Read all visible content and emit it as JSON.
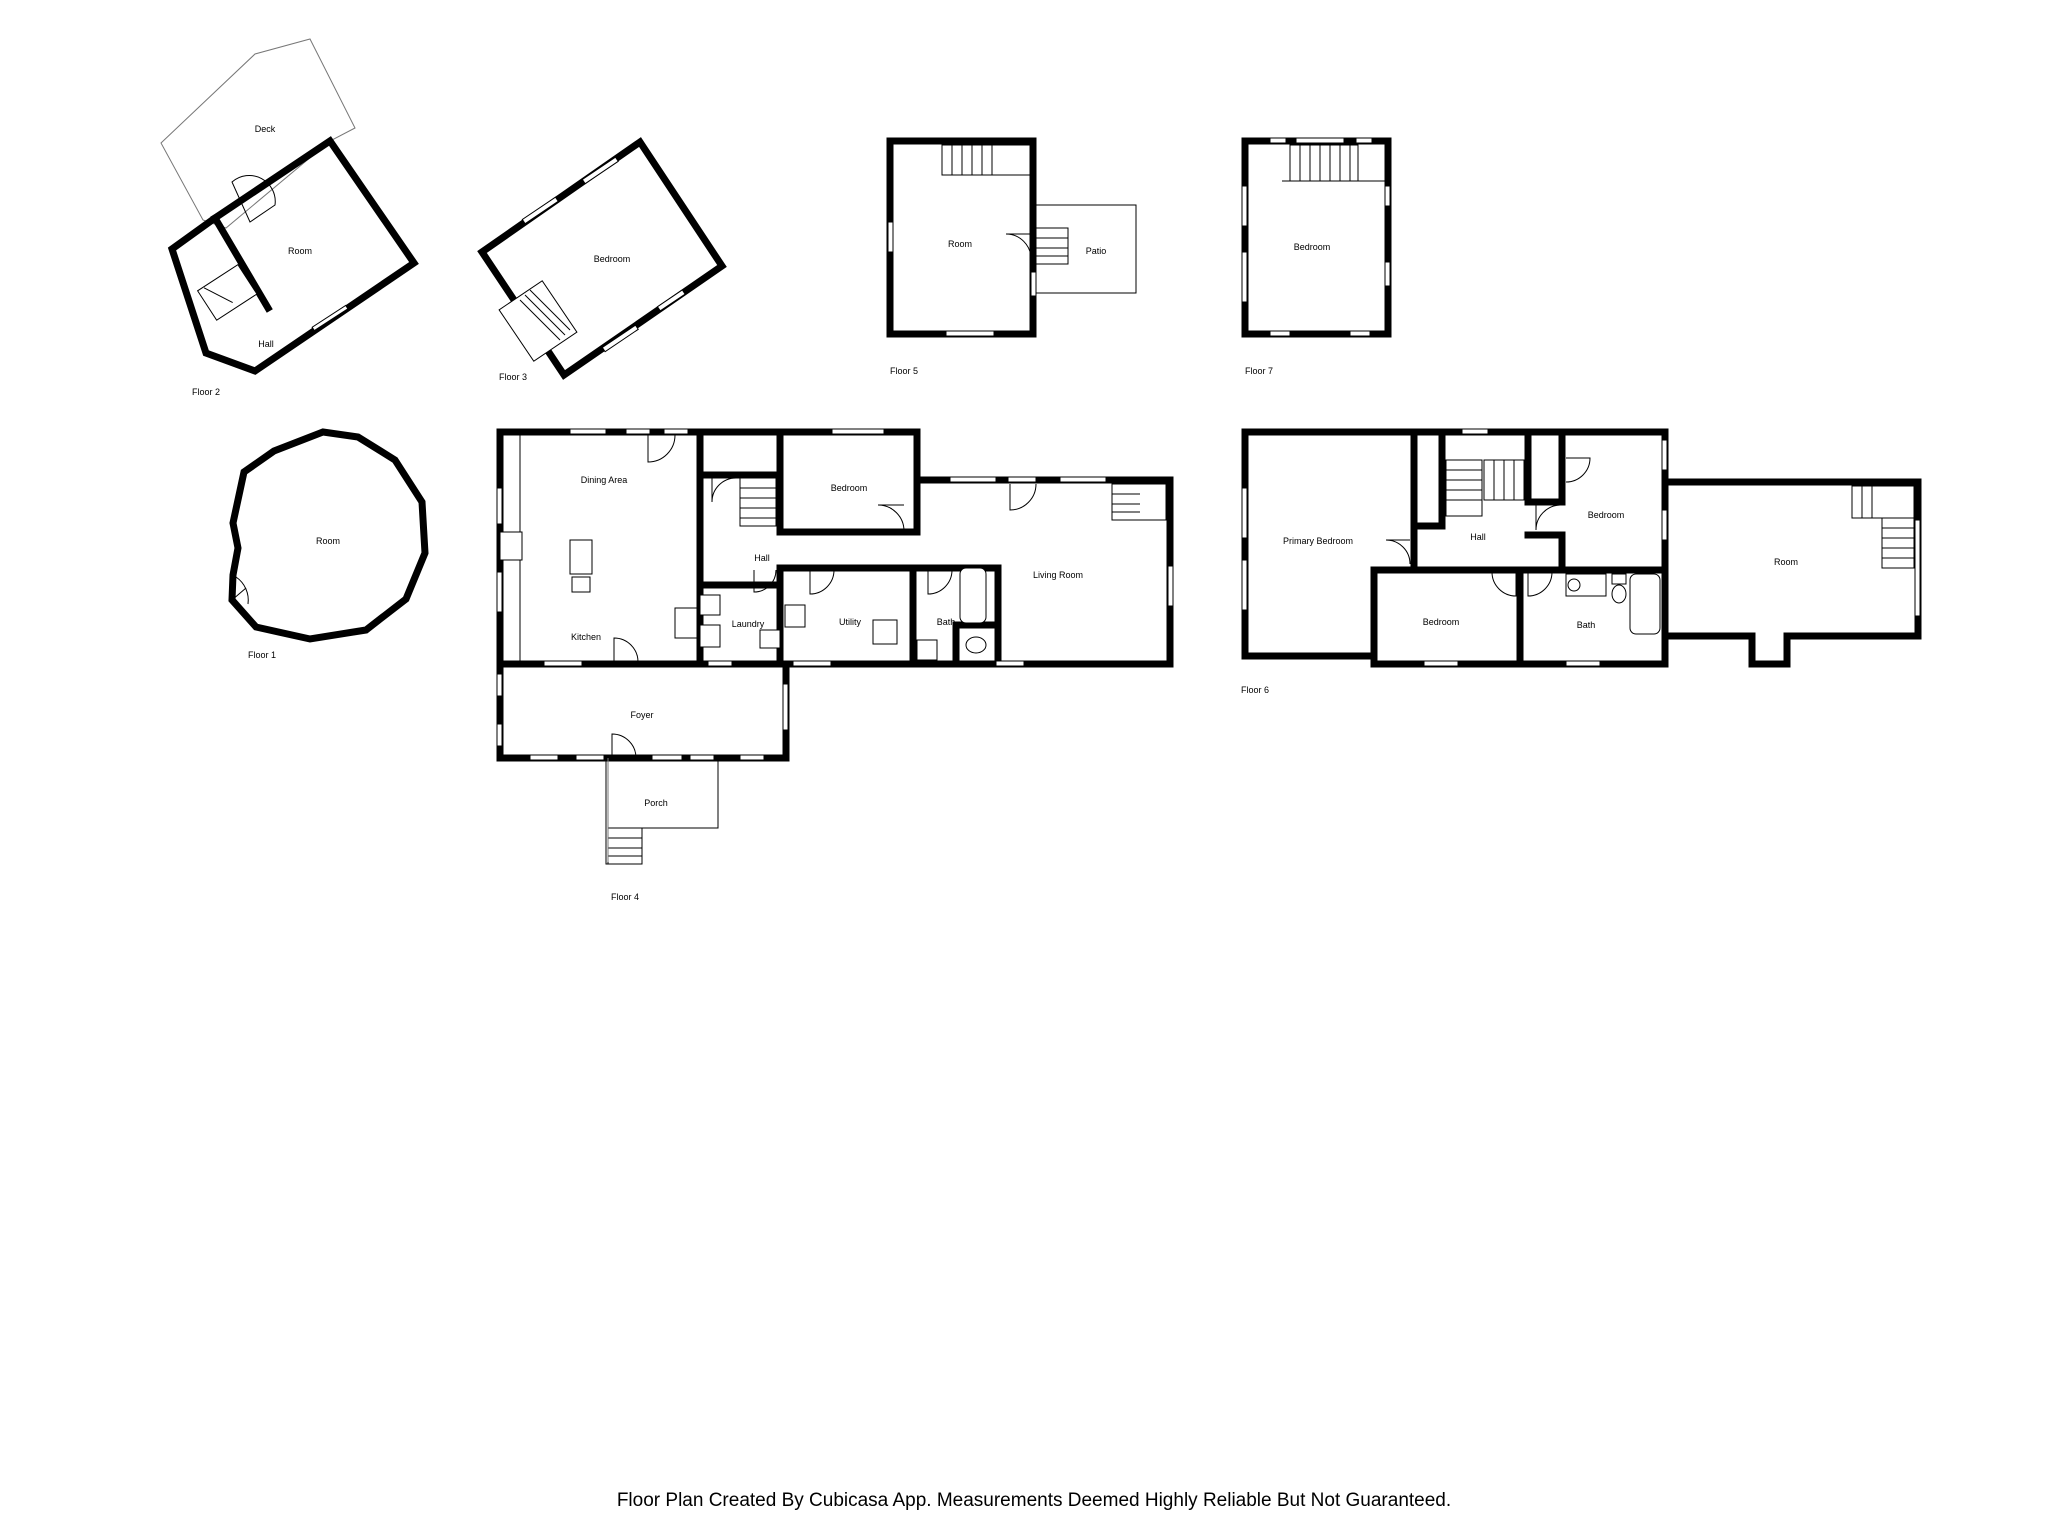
{
  "floors": {
    "floor1": {
      "label": "Floor 1",
      "rooms": {
        "room": "Room"
      }
    },
    "floor2": {
      "label": "Floor 2",
      "rooms": {
        "deck": "Deck",
        "room": "Room",
        "hall": "Hall"
      }
    },
    "floor3": {
      "label": "Floor 3",
      "rooms": {
        "bedroom": "Bedroom"
      }
    },
    "floor4": {
      "label": "Floor 4",
      "rooms": {
        "dining": "Dining Area",
        "kitchen": "Kitchen",
        "bedroom": "Bedroom",
        "hall": "Hall",
        "laundry": "Laundry",
        "utility": "Utility",
        "bath": "Bath",
        "living": "Living Room",
        "foyer": "Foyer",
        "porch": "Porch"
      }
    },
    "floor5": {
      "label": "Floor 5",
      "rooms": {
        "room": "Room",
        "patio": "Patio"
      }
    },
    "floor6": {
      "label": "Floor 6",
      "rooms": {
        "primary": "Primary Bedroom",
        "hall": "Hall",
        "bedroom_upper": "Bedroom",
        "bedroom_lower": "Bedroom",
        "bath": "Bath",
        "room": "Room"
      }
    },
    "floor7": {
      "label": "Floor 7",
      "rooms": {
        "bedroom": "Bedroom"
      }
    }
  },
  "footer": "Floor Plan Created By Cubicasa App. Measurements Deemed Highly Reliable But Not Guaranteed.",
  "colors": {
    "wall": "#000000",
    "background": "#ffffff"
  }
}
